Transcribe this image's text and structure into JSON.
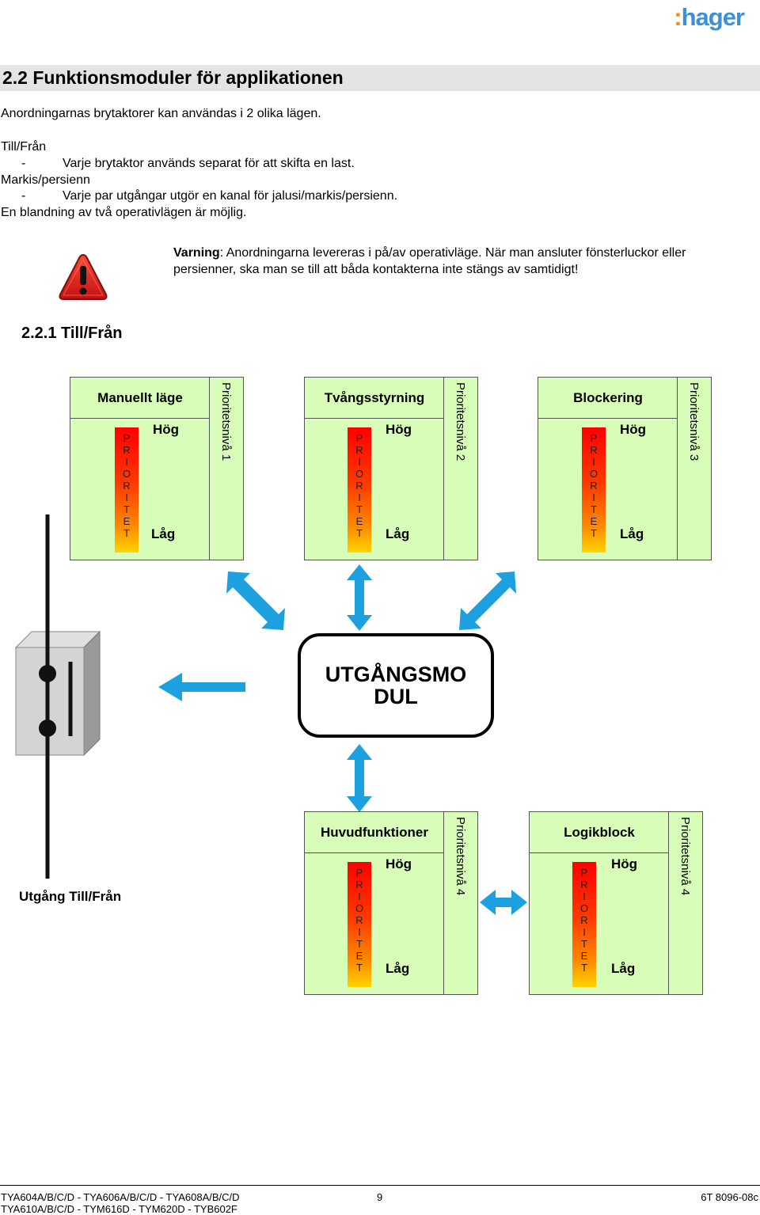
{
  "header": {
    "logo_prefix": ":",
    "logo_text": "hager"
  },
  "section": {
    "title": "2.2 Funktionsmoduler för applikationen"
  },
  "intro": "Anordningarnas brytaktorer kan användas i 2 olika lägen.",
  "modes": {
    "mode1": "Till/Från",
    "mode1_desc": "Varje brytaktor används separat för att skifta en last.",
    "mode2": "Markis/persienn",
    "mode2_desc": "Varje par utgångar utgör en kanal för jalusi/markis/persienn.",
    "mix": "En blandning av två operativlägen är möjlig.",
    "dash": "-"
  },
  "warning": {
    "label": "Varning",
    "text": ": Anordningarna levereras i på/av operativläge. När man ansluter fönsterluckor eller persienner, ska man se till att båda kontakterna inte stängs av samtidigt!"
  },
  "subsection": "2.2.1 Till/Från",
  "prio_letters": [
    "P",
    "R",
    "I",
    "O",
    "R",
    "I",
    "T",
    "E",
    "T"
  ],
  "modules": [
    {
      "title": "Manuellt läge",
      "high": "Hög",
      "low": "Låg",
      "level": "Prioritetsnivå 1"
    },
    {
      "title": "Tvångsstyrning",
      "high": "Hög",
      "low": "Låg",
      "level": "Prioritetsnivå 2"
    },
    {
      "title": "Blockering",
      "high": "Hög",
      "low": "Låg",
      "level": "Prioritetsnivå 3"
    },
    {
      "title": "Huvudfunktioner",
      "high": "Hög",
      "low": "Låg",
      "level": "Prioritetsnivå 4"
    },
    {
      "title": "Logikblock",
      "high": "Hög",
      "low": "Låg",
      "level": "Prioritetsnivå 4"
    }
  ],
  "center": {
    "line1": "UTGÅNGSMO",
    "line2": "DUL"
  },
  "output_label": "Utgång Till/Från",
  "colors": {
    "module_bg": "#d8fdb8",
    "arrow_blue": "#1da0e0",
    "logo_blue": "#3d8fd6",
    "logo_orange": "#f28c1e"
  },
  "footer": {
    "left1": "TYA604A/B/C/D - TYA606A/B/C/D - TYA608A/B/C/D",
    "left2": "TYA610A/B/C/D - TYM616D - TYM620D - TYB602F",
    "page": "9",
    "ref": "6T 8096-08c"
  }
}
